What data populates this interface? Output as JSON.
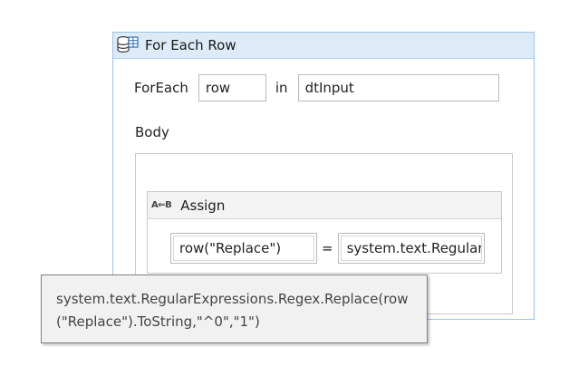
{
  "foreach_activity": {
    "title": "For Each Row",
    "icon": "datatable-rows-icon",
    "foreach_label": "ForEach",
    "item_variable": "row",
    "in_label": "in",
    "collection": "dtInput",
    "body_label": "Body"
  },
  "assign_activity": {
    "title": "Assign",
    "icon": "assign-icon",
    "icon_text": "A⇐B",
    "to_value": "row(\"Replace\")",
    "equals": "=",
    "value_expression": "system.text.RegularExpressions.Regex.Replace(row(\"Replace\").ToString,\"^0\",\"1\")"
  },
  "tooltip": {
    "line1": "system.text.RegularExpressions.Regex.Replace(row",
    "line2": "(\"Replace\").ToString,\"^0\",\"1\")"
  },
  "colors": {
    "header_bg": "#dcebf7",
    "header_border": "#9cc3e6"
  }
}
